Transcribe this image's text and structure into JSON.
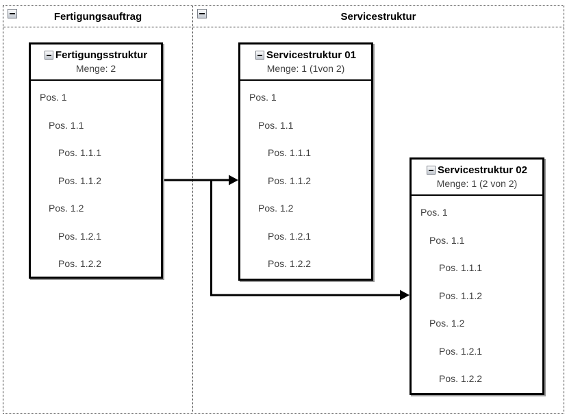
{
  "diagram": {
    "panels": [
      {
        "title": "Fertigungsauftrag",
        "collapse_icon": "minus"
      },
      {
        "title": "Servicestruktur",
        "collapse_icon": "minus"
      }
    ],
    "boxes": [
      {
        "title": "Fertigungsstruktur",
        "quantity_label": "Menge: 2",
        "collapse_icon": "minus",
        "items": [
          {
            "label": "Pos. 1",
            "level": 0
          },
          {
            "label": "Pos. 1.1",
            "level": 1
          },
          {
            "label": "Pos. 1.1.1",
            "level": 2
          },
          {
            "label": "Pos. 1.1.2",
            "level": 2
          },
          {
            "label": "Pos. 1.2",
            "level": 1
          },
          {
            "label": "Pos. 1.2.1",
            "level": 2
          },
          {
            "label": "Pos. 1.2.2",
            "level": 2
          }
        ]
      },
      {
        "title": "Servicestruktur 01",
        "quantity_label": "Menge: 1 (1von 2)",
        "collapse_icon": "minus",
        "items": [
          {
            "label": "Pos. 1",
            "level": 0
          },
          {
            "label": "Pos. 1.1",
            "level": 1
          },
          {
            "label": "Pos. 1.1.1",
            "level": 2
          },
          {
            "label": "Pos. 1.1.2",
            "level": 2
          },
          {
            "label": "Pos. 1.2",
            "level": 1
          },
          {
            "label": "Pos. 1.2.1",
            "level": 2
          },
          {
            "label": "Pos. 1.2.2",
            "level": 2
          }
        ]
      },
      {
        "title": "Servicestruktur 02",
        "quantity_label": "Menge: 1 (2 von 2)",
        "collapse_icon": "minus",
        "items": [
          {
            "label": "Pos. 1",
            "level": 0
          },
          {
            "label": "Pos. 1.1",
            "level": 1
          },
          {
            "label": "Pos. 1.1.1",
            "level": 2
          },
          {
            "label": "Pos. 1.1.2",
            "level": 2
          },
          {
            "label": "Pos. 1.2",
            "level": 1
          },
          {
            "label": "Pos. 1.2.1",
            "level": 2
          },
          {
            "label": "Pos. 1.2.2",
            "level": 2
          }
        ]
      }
    ],
    "connectors": [
      {
        "from": "Fertigungsstruktur",
        "to": "Servicestruktur 01"
      },
      {
        "from": "Fertigungsstruktur",
        "to": "Servicestruktur 02"
      }
    ],
    "colors": {
      "box_border": "#000000",
      "panel_border": "#222222",
      "title_text": "#000000",
      "item_text": "#404040",
      "shadow": "#9a9a9a",
      "background": "#ffffff"
    }
  }
}
